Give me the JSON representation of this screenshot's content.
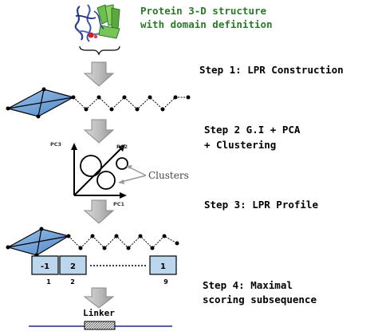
{
  "protein": {
    "title_line1": "Protein 3-D structure",
    "title_line2": "with domain definition"
  },
  "steps": [
    {
      "text": "Step 1: LPR Construction"
    },
    {
      "text": "Step 2 G.I + PCA"
    },
    {
      "text": "+ Clustering"
    },
    {
      "text": "Step 3: LPR Profile"
    },
    {
      "text": "Step 4: Maximal"
    },
    {
      "text": "scoring subsequence"
    }
  ],
  "pca_plot": {
    "axis_y": "PC3",
    "axis_x": "PC1",
    "axis_diag": "PC2",
    "clusters_label": "Clusters"
  },
  "profile_boxes": [
    {
      "value": "-1",
      "index": "1"
    },
    {
      "value": "2",
      "index": "2"
    },
    {
      "value": "1",
      "index": "9"
    }
  ],
  "linker_label": "Linker",
  "colors": {
    "protein_title": "#2a7a2a",
    "diamond_fill": "#6fa3d8",
    "profile_box_fill": "#bcd6ee",
    "arrow_fill": "#cccccc"
  }
}
